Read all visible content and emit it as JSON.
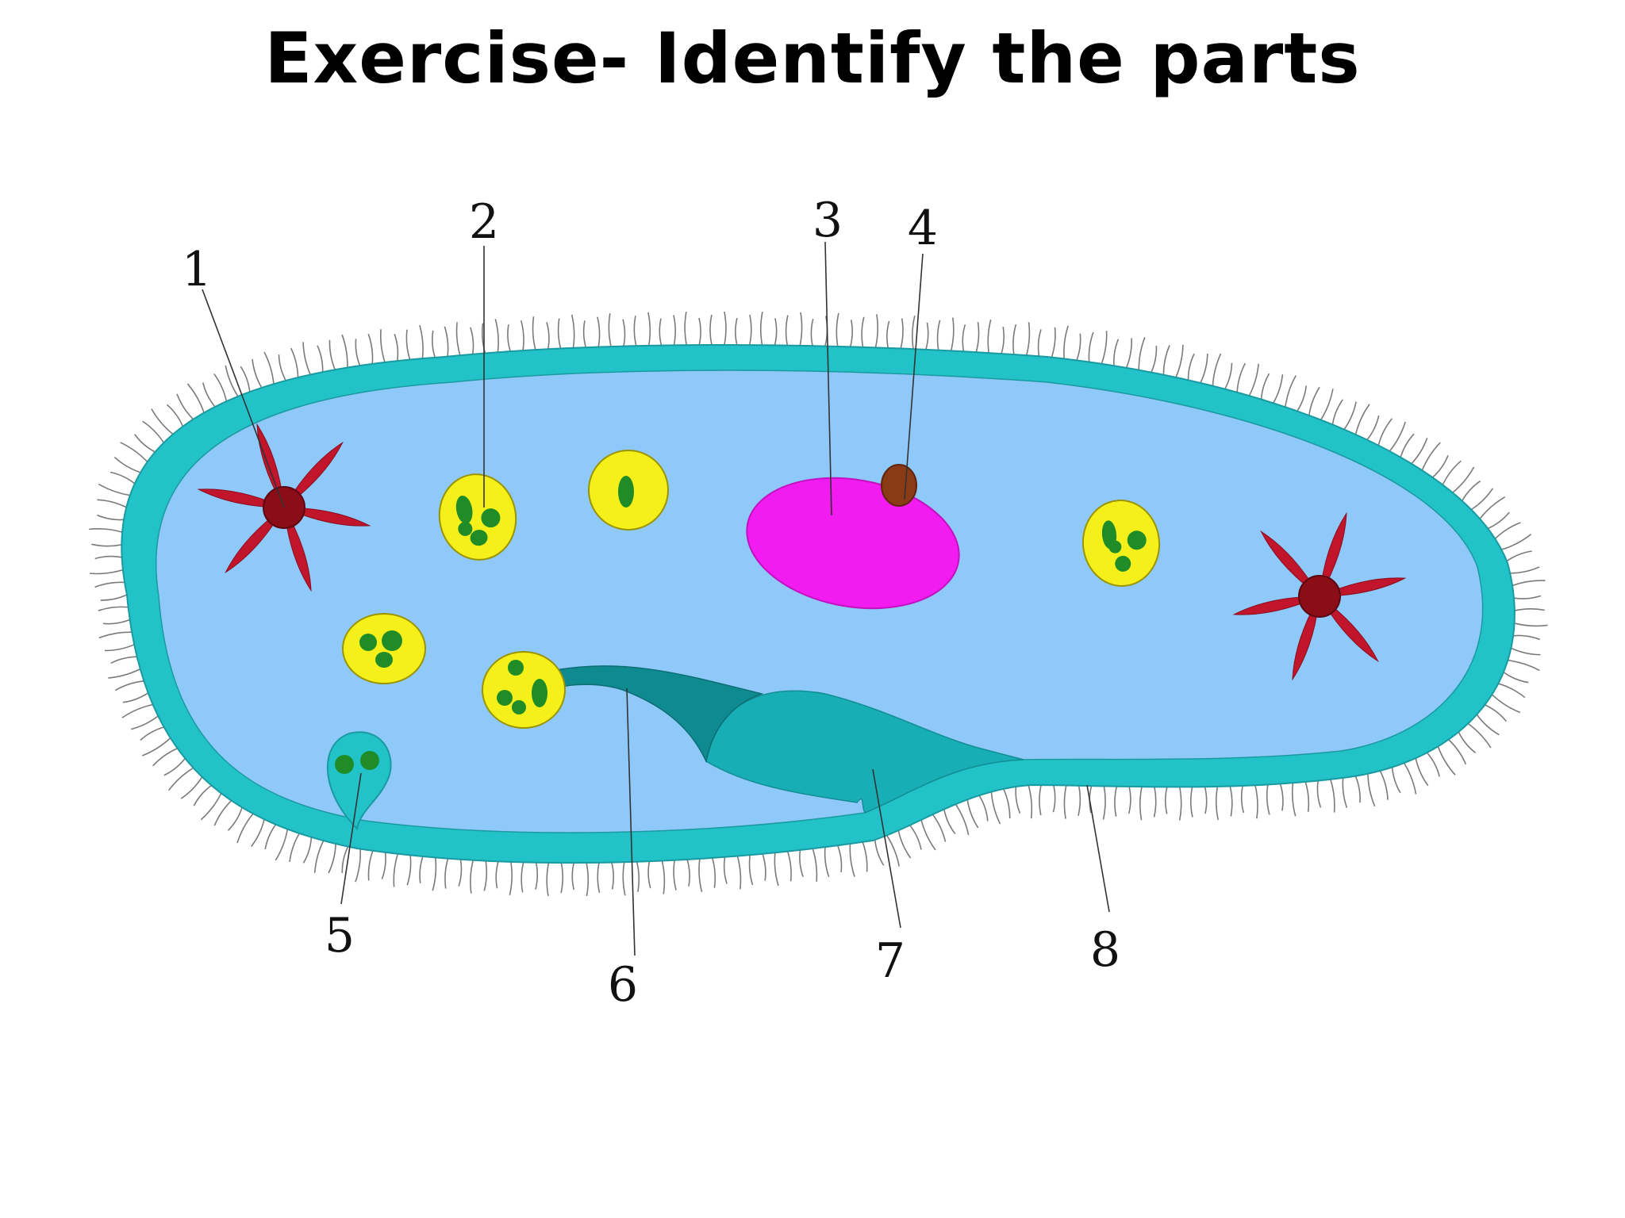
{
  "title": "Exercise- Identify the parts",
  "labels": [
    "1",
    "2",
    "3",
    "4",
    "5",
    "6",
    "7",
    "8"
  ],
  "colors": {
    "pellicle": "#21c3c9",
    "cytoplasm": "#8ec9fa",
    "contractile_vacuole": "#c0152b",
    "food_vacuole": "#f6f01a",
    "food_particle": "#1f8c27",
    "macronucleus": "#f21bf0",
    "micronucleus": "#8a3a14",
    "oral_groove": "#17aeb6",
    "gullet": "#0f8a90",
    "cilia": "#7a7a7a"
  }
}
